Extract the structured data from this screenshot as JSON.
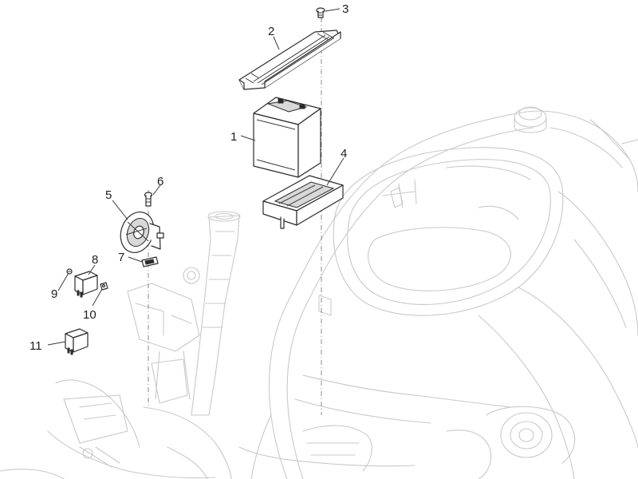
{
  "callouts": {
    "c1": "1",
    "c2": "2",
    "c3": "3",
    "c4": "4",
    "c5": "5",
    "c6": "6",
    "c7": "7",
    "c8": "8",
    "c9": "9",
    "c10": "10",
    "c11": "11"
  },
  "parts": [
    {
      "ref": "1",
      "icon": "battery-icon"
    },
    {
      "ref": "2",
      "icon": "battery-strap-icon"
    },
    {
      "ref": "3",
      "icon": "screw-icon"
    },
    {
      "ref": "4",
      "icon": "battery-tray-icon"
    },
    {
      "ref": "5",
      "icon": "horn-icon"
    },
    {
      "ref": "6",
      "icon": "bolt-icon"
    },
    {
      "ref": "7",
      "icon": "bracket-clip-icon"
    },
    {
      "ref": "8",
      "icon": "relay-icon"
    },
    {
      "ref": "9",
      "icon": "screw-icon"
    },
    {
      "ref": "10",
      "icon": "nut-clip-icon"
    },
    {
      "ref": "11",
      "icon": "relay-icon"
    }
  ]
}
